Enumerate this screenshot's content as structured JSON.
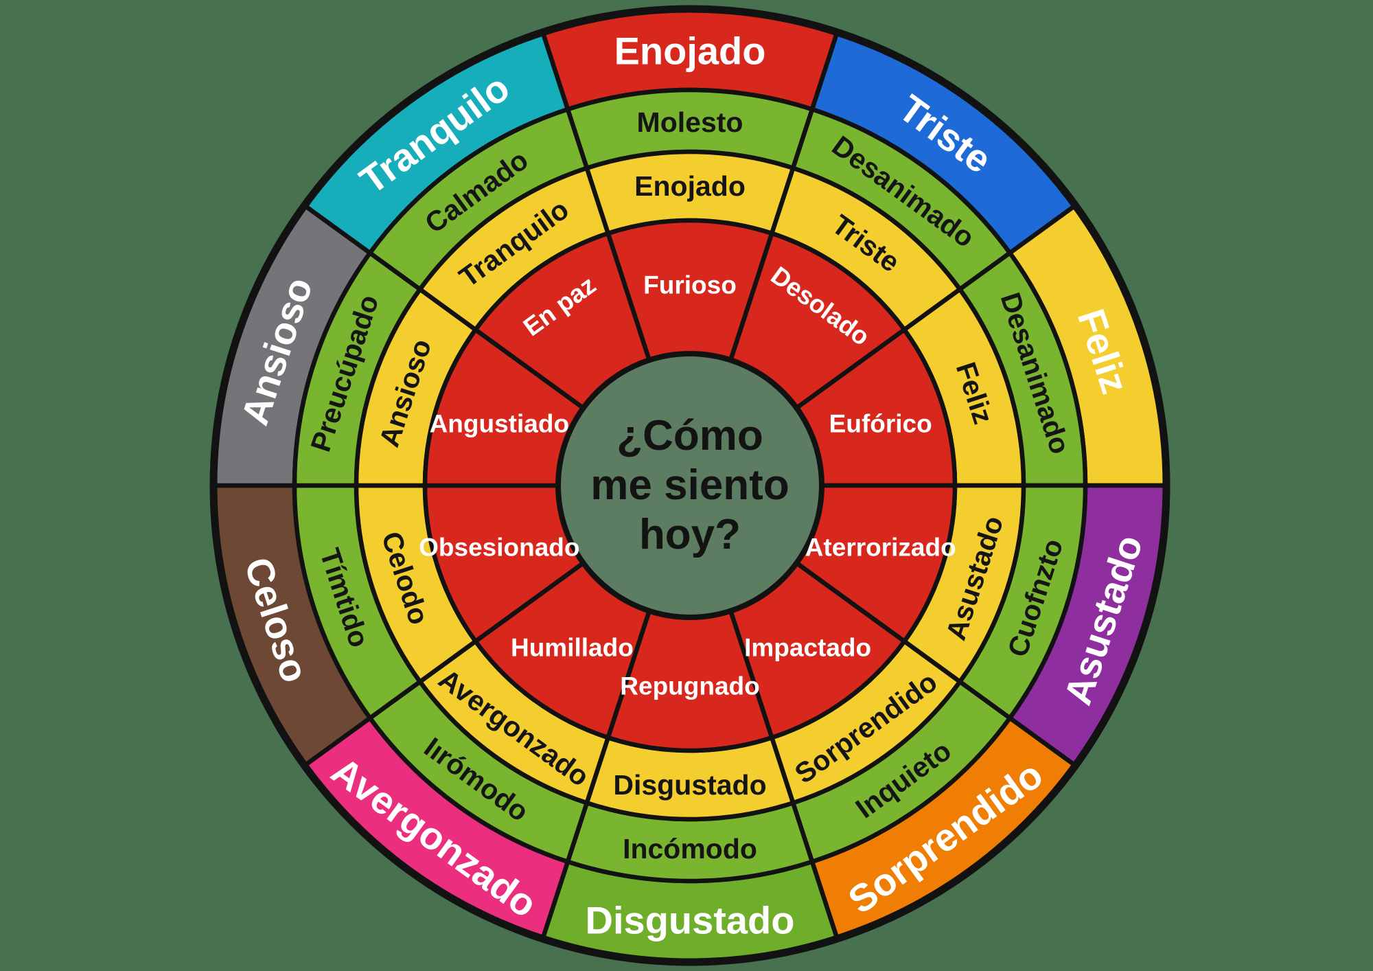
{
  "title": "¿Cómo me siento hoy?",
  "wheel": {
    "center_lines": [
      "¿Cómo",
      "me siento",
      "hoy?"
    ],
    "colors": {
      "background": "#47714F",
      "center_fill": "#5C7D61",
      "line": "#121212",
      "ring_red": "#D8281E",
      "ring_yellow": "#F4CD2E",
      "ring_green": "#79B52E",
      "ring_text_dark": "#151515",
      "ring_text_light": "#FFFFFF",
      "center_text": "#131313"
    },
    "segments": [
      {
        "id": "enojado",
        "angle": 270,
        "color": "#D8281E",
        "label": "Enojado",
        "green": "Molesto",
        "yellow": "Enojado",
        "red": "Furioso",
        "red_rot": 0
      },
      {
        "id": "triste",
        "angle": 306,
        "color": "#1E6BD8",
        "label": "Triste",
        "green": "Desanimado",
        "yellow": "Triste",
        "red": "Desolado",
        "red_rot": 36
      },
      {
        "id": "feliz",
        "angle": 342,
        "color": "#F4CD2E",
        "label": "Feliz",
        "green": "Desanimado",
        "yellow": "Feliz",
        "red": "Eufórico",
        "red_rot": 0
      },
      {
        "id": "asustado",
        "angle": 18,
        "color": "#8F2F9F",
        "label": "Asustado",
        "green": "Cuofnzto",
        "yellow": "Asustado",
        "red": "Aterrorizado",
        "red_rot": 0
      },
      {
        "id": "sorprendido",
        "angle": 54,
        "color": "#F07E04",
        "label": "Sorprendido",
        "green": "Inquieto",
        "yellow": "Sorprendido",
        "red": "Impactado",
        "red_rot": 0
      },
      {
        "id": "disgustado",
        "angle": 90,
        "color": "#6FAE2B",
        "label": "Disgustado",
        "green": "Incómodo",
        "yellow": "Disgustado",
        "red": "Repugnado",
        "red_rot": 0
      },
      {
        "id": "avergonzado",
        "angle": 126,
        "color": "#EC2E7E",
        "label": "Avergonzado",
        "green": "Iırómodo",
        "yellow": "Avergonzado",
        "red": "Humillado",
        "red_rot": 0
      },
      {
        "id": "celoso",
        "angle": 162,
        "color": "#6D4935",
        "label": "Celoso",
        "green": "Tímtido",
        "yellow": "Celodo",
        "red": "Obsesionado",
        "red_rot": 0
      },
      {
        "id": "ansioso",
        "angle": 198,
        "color": "#757479",
        "label": "Ansioso",
        "green": "Preucúpado",
        "yellow": "Ansioso",
        "red": "Angustiado",
        "red_rot": 0
      },
      {
        "id": "tranquilo",
        "angle": 234,
        "color": "#17AEBB",
        "label": "Tranquilo",
        "green": "Calmado",
        "yellow": "Tranquilo",
        "red": "En paz",
        "red_rot": -36
      }
    ]
  }
}
